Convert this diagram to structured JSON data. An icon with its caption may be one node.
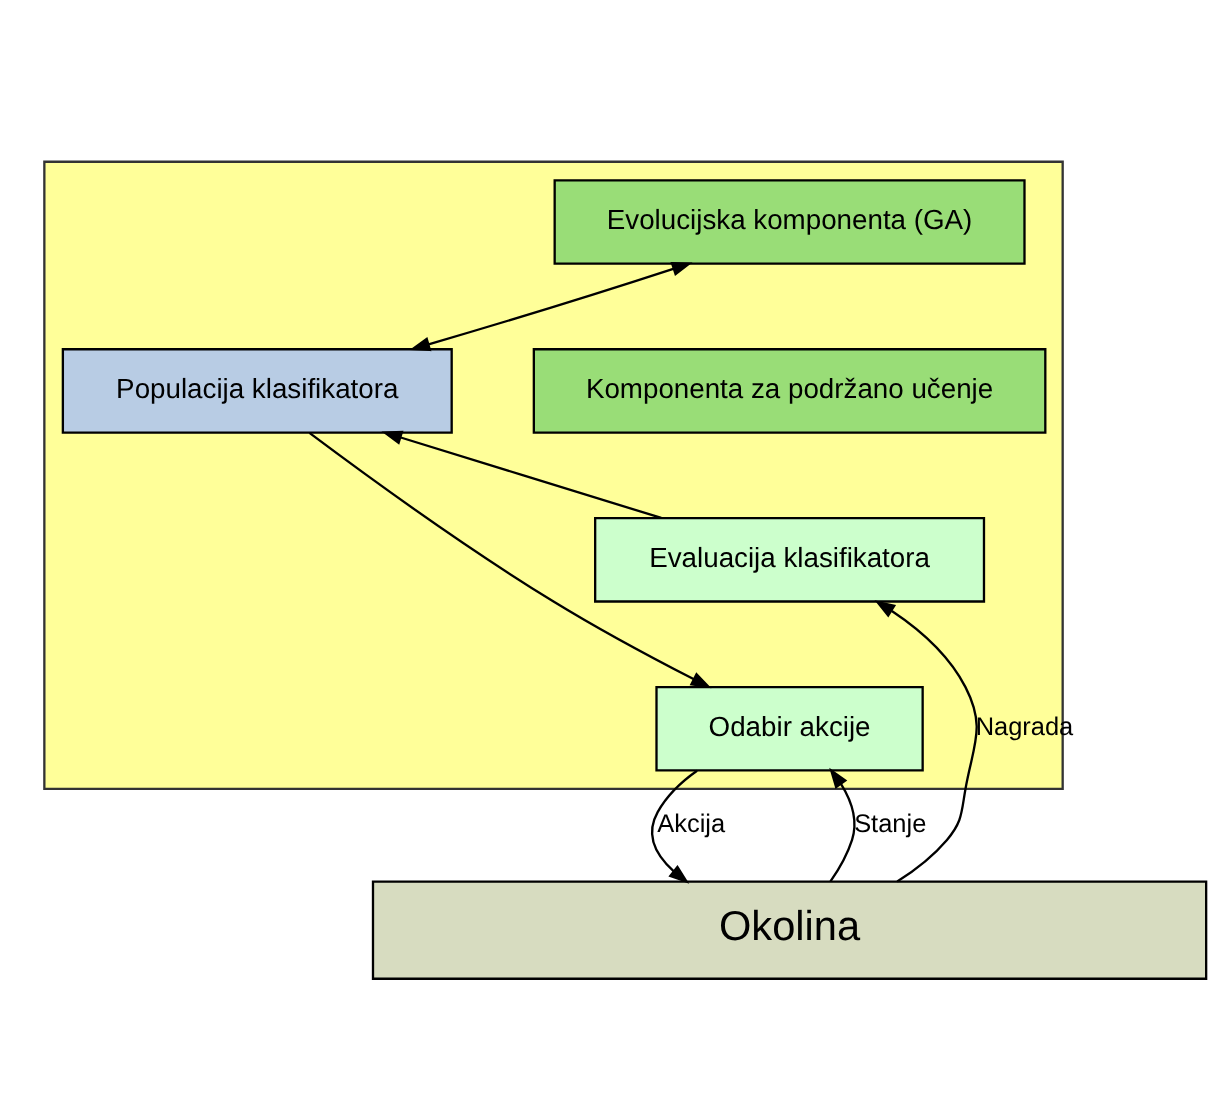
{
  "diagram": {
    "nodes": [
      {
        "text": [],
        "shape": "box"
      },
      {
        "text": [
          "Evolucijska komponenta (GA)"
        ],
        "in": 0
      },
      {
        "text": [
          "Populacija klasifikatora"
        ],
        "in": 0
      },
      {
        "text": [
          "Komponenta za podržano učenje"
        ],
        "in": 0
      },
      {
        "text": [
          "Evaluacija klasifikatora"
        ],
        "in": 0
      },
      {
        "text": [
          "Odabir akcije"
        ],
        "in": 0
      },
      {
        "text": [
          "Okolina"
        ]
      }
    ],
    "edges": [
      {
        "from": 2,
        "to": 1,
        "arrow": "both"
      },
      {
        "from": 4,
        "to": 2,
        "arrow": "to"
      },
      {
        "from": 2,
        "to": 5,
        "arrow": "to"
      },
      {
        "from": 6,
        "to": 5,
        "arrow": "to",
        "label": "Stanje"
      },
      {
        "from": 5,
        "to": 6,
        "arrow": "to",
        "label": "Akcija"
      },
      {
        "from": 6,
        "to": 4,
        "arrow": "to",
        "label": "Nagrada"
      }
    ]
  }
}
